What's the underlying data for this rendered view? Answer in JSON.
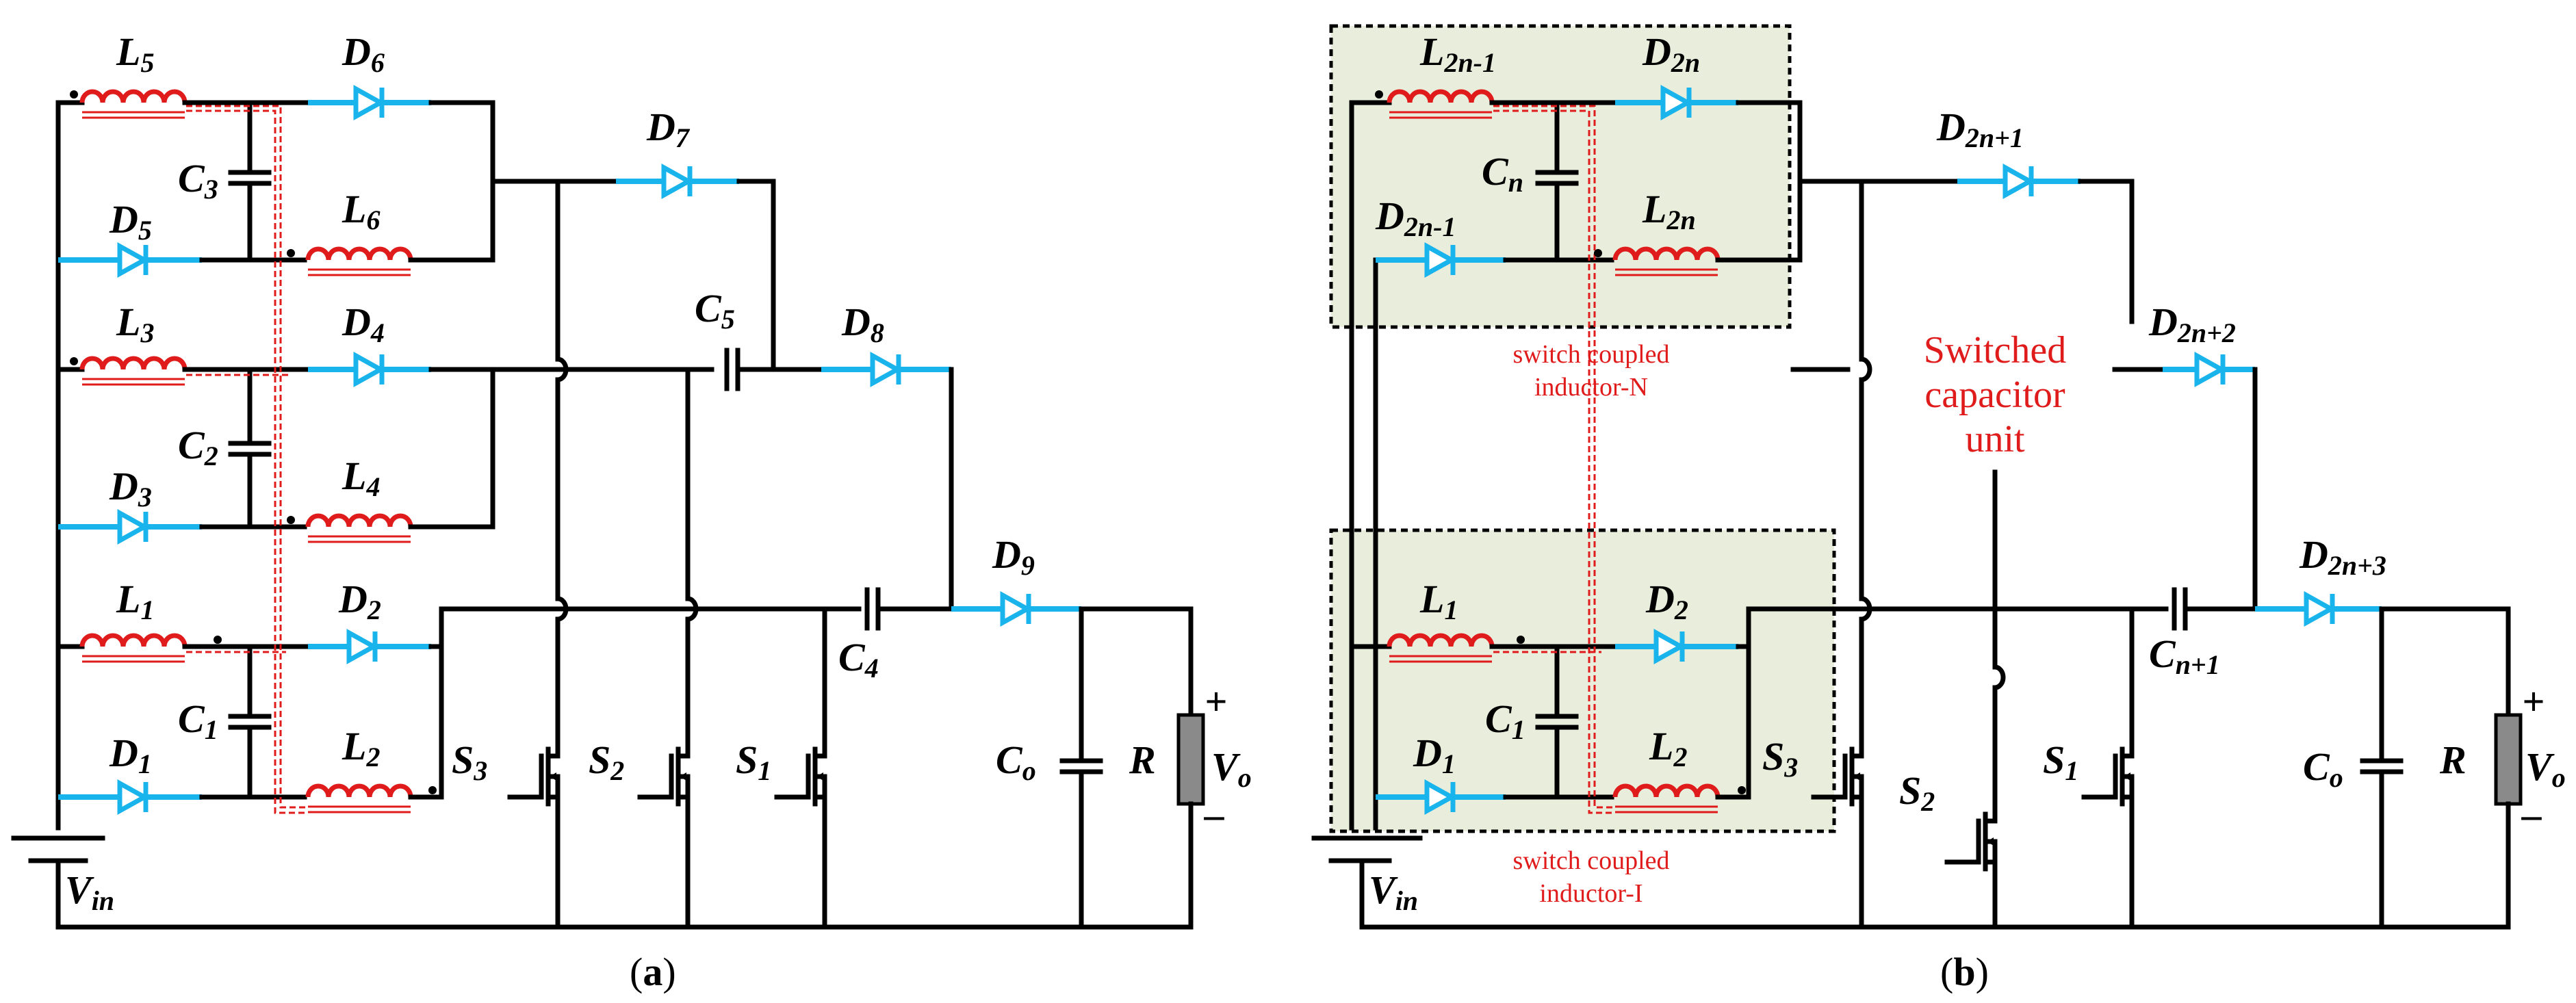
{
  "panel_a": {
    "caption_prefix": "(",
    "caption_letter": "a",
    "caption_suffix": ")",
    "labels": {
      "L5": "L",
      "L5s": "5",
      "D6": "D",
      "D6s": "6",
      "D7": "D",
      "D7s": "7",
      "C3": "C",
      "C3s": "3",
      "D5": "D",
      "D5s": "5",
      "L6": "L",
      "L6s": "6",
      "L3": "L",
      "L3s": "3",
      "D4": "D",
      "D4s": "4",
      "C5": "C",
      "C5s": "5",
      "D8": "D",
      "D8s": "8",
      "C2": "C",
      "C2s": "2",
      "D3": "D",
      "D3s": "3",
      "L4": "L",
      "L4s": "4",
      "L1": "L",
      "L1s": "1",
      "D2": "D",
      "D2s": "2",
      "D9": "D",
      "D9s": "9",
      "C4": "C",
      "C4s": "4",
      "C1": "C",
      "C1s": "1",
      "D1": "D",
      "D1s": "1",
      "L2": "L",
      "L2s": "2",
      "S3": "S",
      "S3s": "3",
      "S2": "S",
      "S2s": "2",
      "S1": "S",
      "S1s": "1",
      "Co": "C",
      "Cos": "o",
      "R": "R",
      "Vo": "V",
      "Vos": "o",
      "Vin": "V",
      "Vins": "in",
      "plus": "+",
      "minus": "–"
    }
  },
  "panel_b": {
    "caption_prefix": "(",
    "caption_letter": "b",
    "caption_suffix": ")",
    "labels": {
      "L2n1": "L",
      "L2n1s": "2n-1",
      "D2n": "D",
      "D2ns": "2n",
      "D2n1top": "D",
      "D2n1tops": "2n+1",
      "Cn": "C",
      "Cns": "n",
      "D2nm1": "D",
      "D2nm1s": "2n-1",
      "L2n": "L",
      "L2ns": "2n",
      "D2n2": "D",
      "D2n2s": "2n+2",
      "L1": "L",
      "L1s": "1",
      "D2": "D",
      "D2s": "2",
      "D2n3": "D",
      "D2n3s": "2n+3",
      "Cn1": "C",
      "Cn1s": "n+1",
      "C1": "C",
      "C1s": "1",
      "D1": "D",
      "D1s": "1",
      "L2": "L",
      "L2s": "2",
      "S3": "S",
      "S3s": "3",
      "S2": "S",
      "S2s": "2",
      "S1": "S",
      "S1s": "1",
      "Co": "C",
      "Cos": "o",
      "R": "R",
      "Vo": "V",
      "Vos": "o",
      "Vin": "V",
      "Vins": "in",
      "plus": "+",
      "minus": "–"
    },
    "annotations": {
      "scu_line1": "Switched",
      "scu_line2": "capacitor",
      "scu_line3": "unit",
      "sci_n_line1": "switch coupled",
      "sci_n_line2": "inductor-N",
      "sci_i_line1": "switch coupled",
      "sci_i_line2": "inductor-I"
    }
  },
  "colors": {
    "wire": "#000000",
    "inductor": "#e01b1b",
    "diode": "#19b4ec",
    "module_fill": "#e9eedc",
    "annotation": "#e01b1b"
  }
}
